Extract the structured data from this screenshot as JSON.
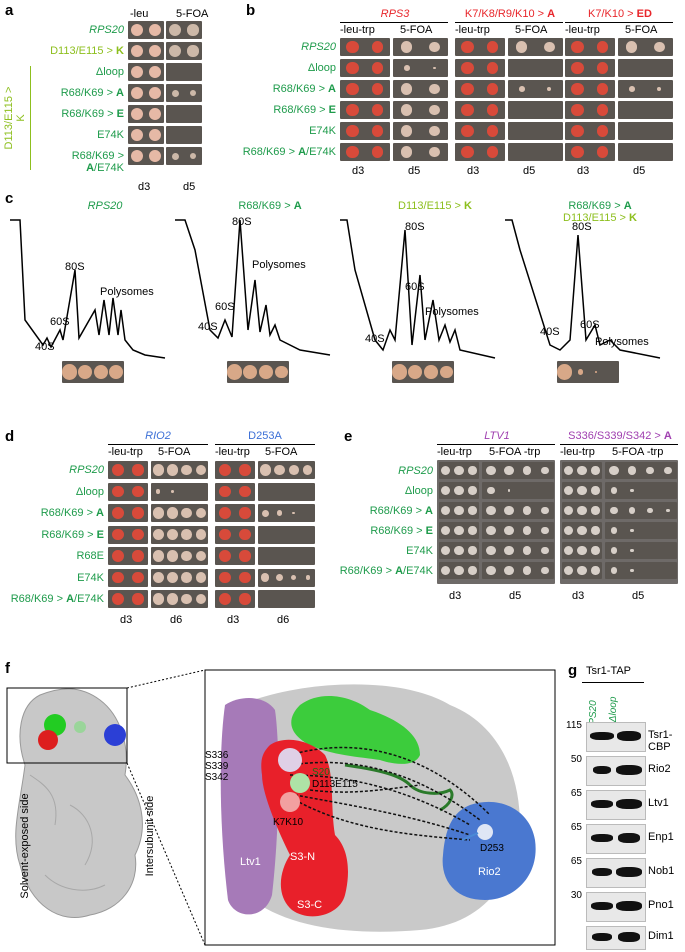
{
  "panel_a": {
    "label": "a",
    "headers": [
      "-leu",
      "5-FOA"
    ],
    "side_label": "D113/E115 > K",
    "rows": [
      {
        "text": "RPS20",
        "style": "italic",
        "growth2": 2
      },
      {
        "pre": "D113/E115 > ",
        "mut": "K",
        "style": "lime",
        "growth2": 2
      },
      {
        "text": "Δloop",
        "growth2": 0
      },
      {
        "pre": "R68/K69 > ",
        "mut": "A",
        "growth2": 1
      },
      {
        "pre": "R68/K69 > ",
        "mut": "E",
        "growth2": 0
      },
      {
        "text": "E74K",
        "growth2": 0
      },
      {
        "pre": "R68/K69 > ",
        "mut": "A",
        "post": "/E74K",
        "growth2": 1
      }
    ],
    "days": [
      "d3",
      "d5"
    ]
  },
  "panel_b": {
    "label": "b",
    "groups": [
      {
        "title": "RPS3",
        "style": "red-italic"
      },
      {
        "title_pre": "K7/K8/R9/K10 > ",
        "title_mut": "A"
      },
      {
        "title_pre": "K7/K10 > ",
        "title_mut": "ED"
      }
    ],
    "headers": [
      "-leu-trp",
      "5-FOA"
    ],
    "rows": [
      {
        "text": "RPS20",
        "style": "italic"
      },
      {
        "text": "Δloop"
      },
      {
        "pre": "R68/K69 > ",
        "mut": "A"
      },
      {
        "pre": "R68/K69 > ",
        "mut": "E"
      },
      {
        "text": "E74K"
      },
      {
        "pre": "R68/K69 > ",
        "mut": "A",
        "post": "/E74K"
      }
    ],
    "days": [
      "d3",
      "d5"
    ]
  },
  "panel_c": {
    "label": "c",
    "profiles": [
      {
        "title_lines": [
          {
            "text": "RPS20",
            "style": "italic"
          }
        ],
        "peaks": [
          "40S",
          "60S",
          "80S",
          "Polysomes"
        ]
      },
      {
        "title_lines": [
          {
            "pre": "R68/K69 > ",
            "mut": "A"
          }
        ],
        "peaks": [
          "40S",
          "60S",
          "80S",
          "Polysomes"
        ]
      },
      {
        "title_lines": [
          {
            "pre": "D113/E115 > ",
            "mut": "K",
            "style": "lime"
          }
        ],
        "peaks": [
          "40S",
          "60S",
          "80S",
          "Polysomes"
        ]
      },
      {
        "title_lines": [
          {
            "pre": "R68/K69 > ",
            "mut": "A"
          },
          {
            "pre": "D113/E115 > ",
            "mut": "K",
            "style": "lime"
          }
        ],
        "peaks": [
          "40S",
          "60S",
          "80S",
          "Polysomes"
        ]
      }
    ]
  },
  "panel_d": {
    "label": "d",
    "groups": [
      {
        "title": "RIO2",
        "style": "blue-italic"
      },
      {
        "title": "D253A",
        "style": "blue"
      }
    ],
    "headers": [
      "-leu-trp",
      "5-FOA"
    ],
    "rows": [
      {
        "text": "RPS20",
        "style": "italic"
      },
      {
        "text": "Δloop"
      },
      {
        "pre": "R68/K69 > ",
        "mut": "A"
      },
      {
        "pre": "R68/K69 > ",
        "mut": "E"
      },
      {
        "text": "R68E"
      },
      {
        "text": "E74K"
      },
      {
        "pre": "R68/K69 > ",
        "mut": "A",
        "post": "/E74K"
      }
    ],
    "days": [
      "d3",
      "d6"
    ]
  },
  "panel_e": {
    "label": "e",
    "groups": [
      {
        "title": "LTV1",
        "style": "purple-italic"
      },
      {
        "title_pre": "S336/S339/S342 > ",
        "title_mut": "A",
        "style": "purple"
      }
    ],
    "headers": [
      "-leu-trp",
      "5-FOA -trp"
    ],
    "rows": [
      {
        "text": "RPS20",
        "style": "italic"
      },
      {
        "text": "Δloop"
      },
      {
        "pre": "R68/K69 > ",
        "mut": "A"
      },
      {
        "pre": "R68/K69 > ",
        "mut": "E"
      },
      {
        "text": "E74K"
      },
      {
        "pre": "R68/K69 > ",
        "mut": "A",
        "post": "/E74K"
      }
    ],
    "days": [
      "d3",
      "d5"
    ]
  },
  "panel_f": {
    "label": "f",
    "side_labels": [
      "Solvent-exposed side",
      "Intersubunit side"
    ],
    "labels": {
      "ltv1": "Ltv1",
      "s20": "S20",
      "s3n": "S3-N",
      "s3c": "S3-C",
      "rio2": "Rio2",
      "s336": "S336",
      "s339": "S339",
      "s342": "S342",
      "d113": "D113E115",
      "k7k10": "K7K10",
      "d253": "D253"
    }
  },
  "panel_g": {
    "label": "g",
    "header": "Tsr1-TAP",
    "lanes": [
      "RPS20",
      "rps20 Δloop"
    ],
    "markers": [
      "115",
      "50",
      "65",
      "65",
      "65",
      "30"
    ],
    "blots": [
      {
        "name": "Tsr1-CBP",
        "marker": "115"
      },
      {
        "name": "Rio2",
        "marker": "50"
      },
      {
        "name": "Ltv1",
        "marker": "65"
      },
      {
        "name": "Enp1",
        "marker": "65"
      },
      {
        "name": "Nob1",
        "marker": "65"
      },
      {
        "name": "Pno1",
        "marker": "30"
      },
      {
        "name": "Dim1",
        "marker": ""
      }
    ]
  },
  "colors": {
    "green": "#1e9b4b",
    "lime": "#8dbf1e",
    "red": "#e8262b",
    "blue": "#3b6fd6",
    "purple": "#a040b0",
    "ltv1_fill": "#a67ab8",
    "s20_fill": "#3ccc3c",
    "s3_fill": "#e8202a",
    "rio2_fill": "#4a78d0"
  }
}
